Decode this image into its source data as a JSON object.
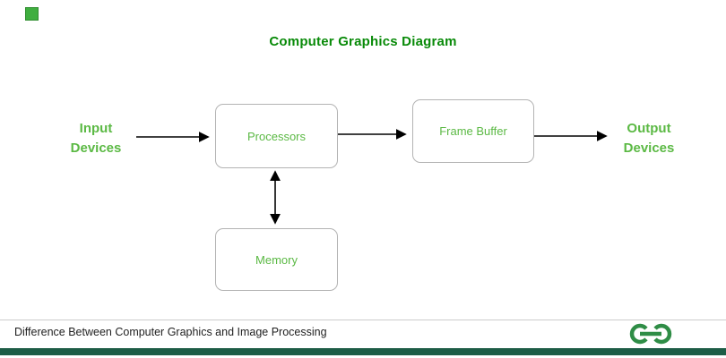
{
  "title": "Computer Graphics Diagram",
  "diagram": {
    "nodes": {
      "input": {
        "label": "Input Devices"
      },
      "processors": {
        "label": "Processors"
      },
      "frame_buffer": {
        "label": "Frame Buffer"
      },
      "output": {
        "label": "Output Devices"
      },
      "memory": {
        "label": "Memory"
      }
    },
    "arrows": [
      {
        "from": "input",
        "to": "processors",
        "direction": "right"
      },
      {
        "from": "processors",
        "to": "frame_buffer",
        "direction": "right"
      },
      {
        "from": "frame_buffer",
        "to": "output",
        "direction": "right"
      },
      {
        "from": "processors",
        "to": "memory",
        "direction": "both-vertical"
      }
    ]
  },
  "footer": {
    "caption": "Difference Between Computer Graphics and Image Processing",
    "logo": "geeksforgeeks-logo"
  },
  "colors": {
    "title_green": "#088a08",
    "node_green": "#5bb944",
    "logo_green": "#2f8d46",
    "footer_bar_green": "#1d5c46",
    "box_border_gray": "#b3b3b3"
  }
}
